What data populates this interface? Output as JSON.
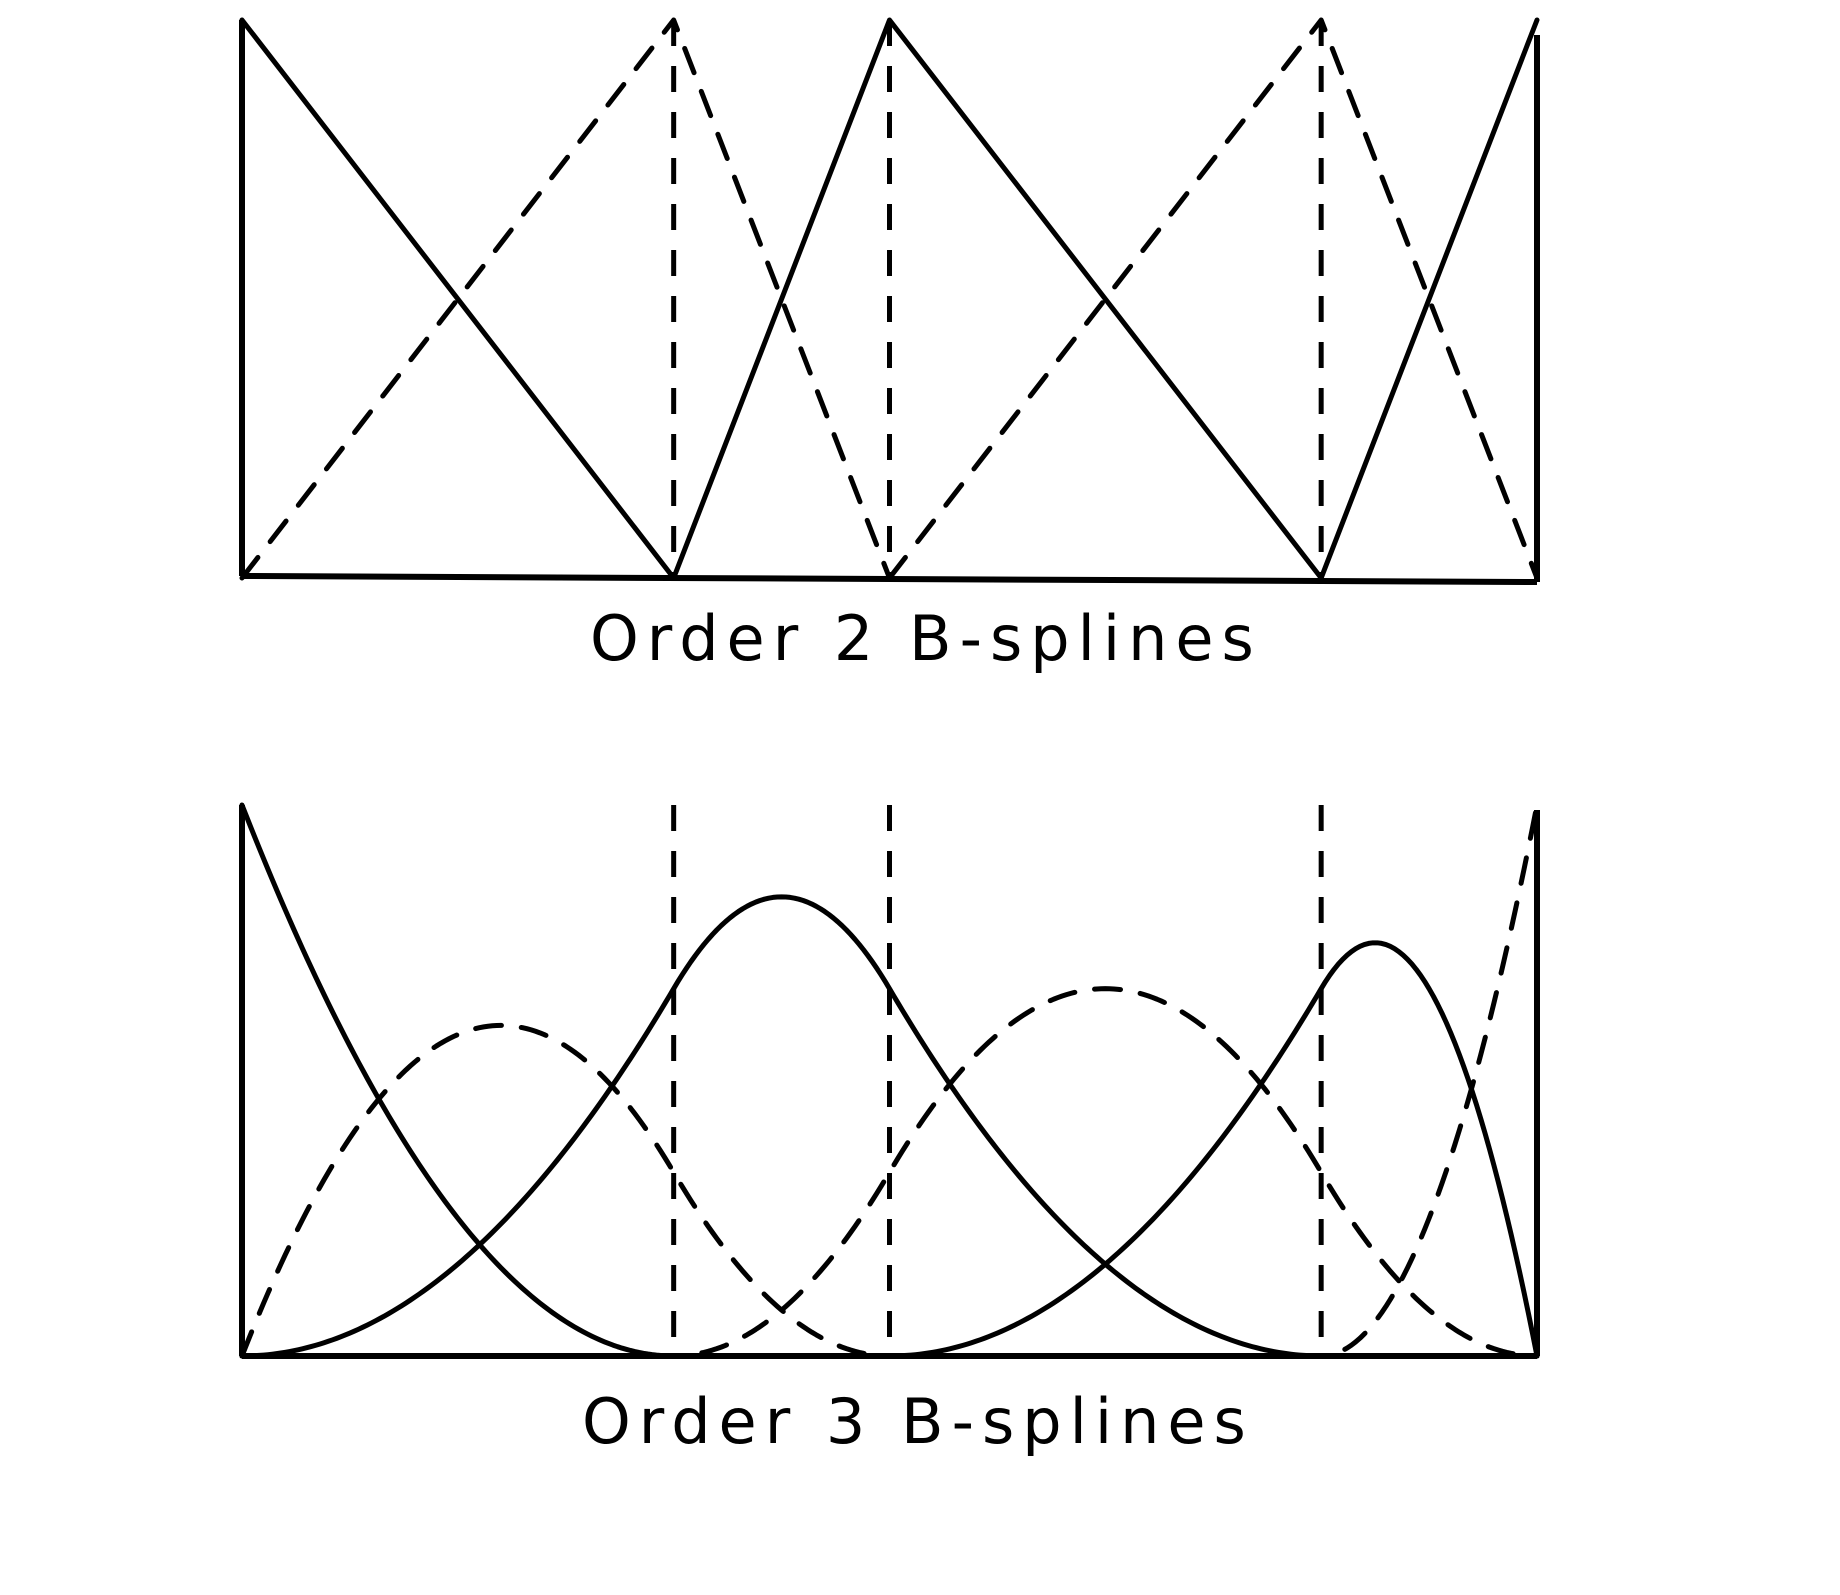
{
  "chart_data": [
    {
      "type": "line",
      "title": "Order 2 B-splines",
      "order": 2,
      "knots": [
        0,
        1,
        1.5,
        2.5,
        3
      ],
      "knot_lines": [
        1,
        1.5,
        2.5
      ],
      "x_range": [
        0,
        3
      ],
      "y_range": [
        0,
        1
      ],
      "series": [
        {
          "style": "solid",
          "points": [
            [
              0,
              1
            ],
            [
              1,
              0
            ]
          ]
        },
        {
          "style": "dashed",
          "points": [
            [
              0,
              0
            ],
            [
              1,
              1
            ],
            [
              1.5,
              0
            ]
          ]
        },
        {
          "style": "solid",
          "points": [
            [
              1,
              0
            ],
            [
              1.5,
              1
            ],
            [
              2.5,
              0
            ]
          ]
        },
        {
          "style": "dashed",
          "points": [
            [
              1.5,
              0
            ],
            [
              2.5,
              1
            ],
            [
              3,
              0
            ]
          ]
        },
        {
          "style": "solid",
          "points": [
            [
              2.5,
              0
            ],
            [
              3,
              1
            ]
          ]
        }
      ]
    },
    {
      "type": "line",
      "title": "Order 3 B-splines",
      "order": 3,
      "knots": [
        0,
        1,
        1.5,
        2.5,
        3
      ],
      "knot_lines": [
        1,
        1.5,
        2.5
      ],
      "x_range": [
        0,
        3
      ],
      "y_range": [
        0,
        1
      ],
      "basis_series_styles": [
        "solid",
        "dashed",
        "solid",
        "dashed",
        "solid",
        "dashed"
      ]
    }
  ]
}
